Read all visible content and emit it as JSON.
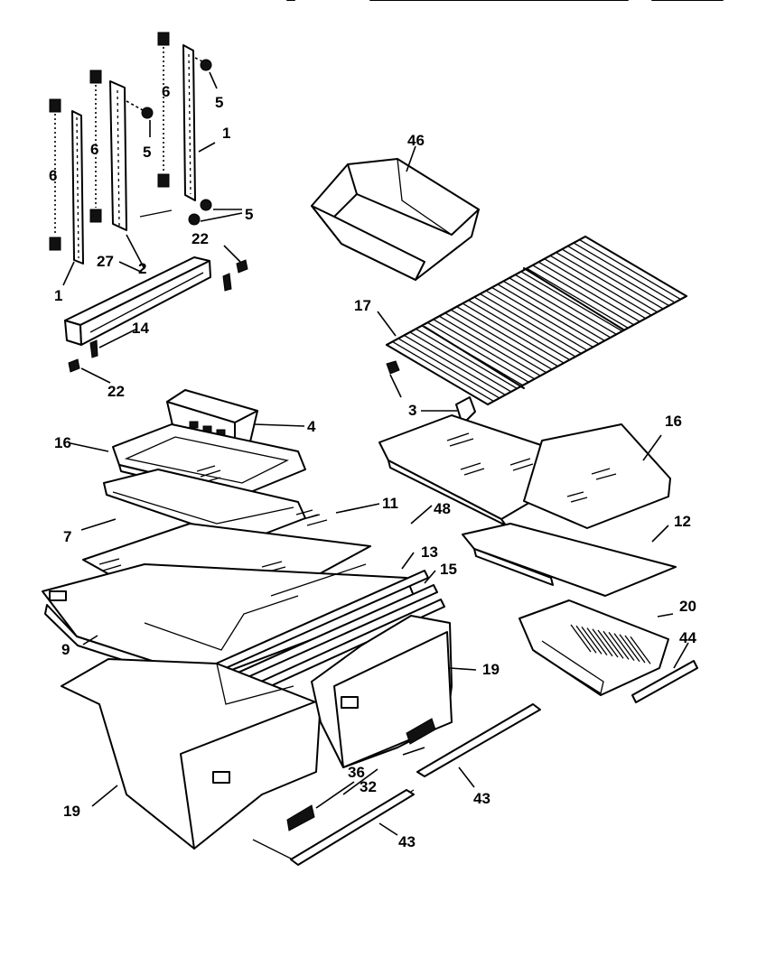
{
  "colors": {
    "line": "#000000",
    "background": "#ffffff"
  },
  "callouts": {
    "c1a": "1",
    "c1b": "1",
    "c2": "2",
    "c3": "3",
    "c4": "4",
    "c5a": "5",
    "c5b": "5",
    "c5c": "5",
    "c6a": "6",
    "c6b": "6",
    "c6c": "6",
    "c7": "7",
    "c9": "9",
    "c11": "11",
    "c12": "12",
    "c13": "13",
    "c14": "14",
    "c15": "15",
    "c16a": "16",
    "c16b": "16",
    "c17": "17",
    "c19a": "19",
    "c19b": "19",
    "c20": "20",
    "c22a": "22",
    "c22b": "22",
    "c27": "27",
    "c32": "32",
    "c36": "36",
    "c43a": "43",
    "c43b": "43",
    "c44": "44",
    "c46": "46",
    "c48": "48"
  }
}
